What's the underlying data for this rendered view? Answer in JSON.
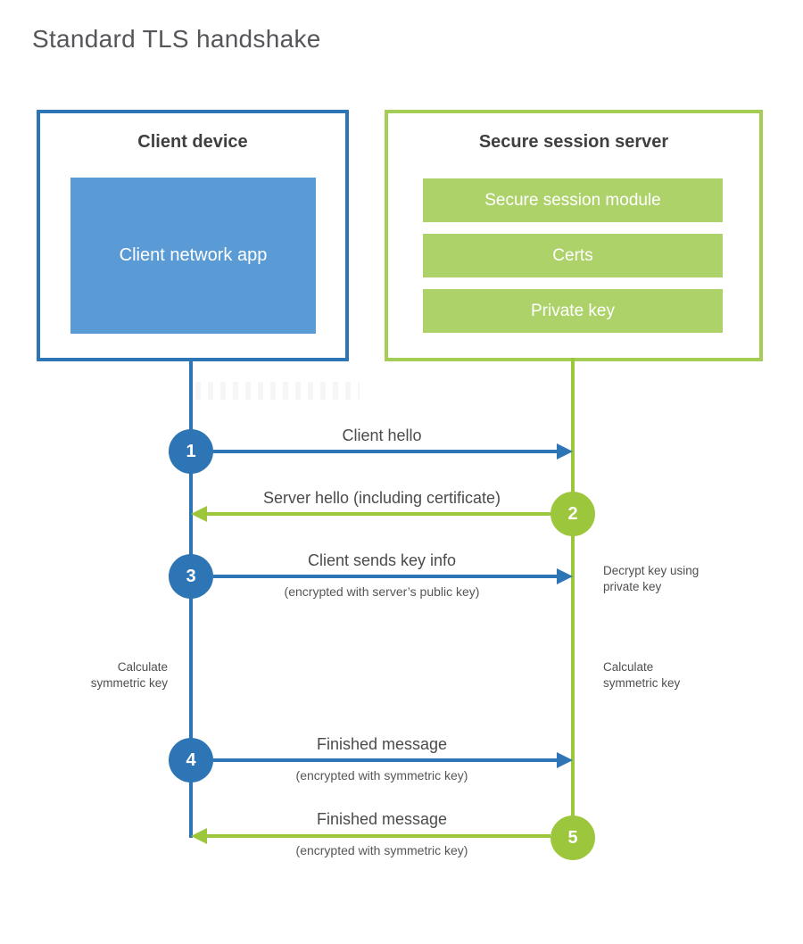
{
  "title": "Standard TLS handshake",
  "colors": {
    "blue": "#2e75b5",
    "blue_fill": "#5b9bd5",
    "green": "#9cc63c",
    "green_border": "#a3cd55",
    "green_fill": "#aed26a"
  },
  "client": {
    "title": "Client device",
    "app_label": "Client network app"
  },
  "server": {
    "title": "Secure session server",
    "modules": [
      "Secure session module",
      "Certs",
      "Private key"
    ]
  },
  "messages": [
    {
      "step": "1",
      "label": "Client hello",
      "sublabel": "",
      "from": "client",
      "to": "server"
    },
    {
      "step": "2",
      "label": "Server hello (including certificate)",
      "sublabel": "",
      "from": "server",
      "to": "client"
    },
    {
      "step": "3",
      "label": "Client sends key info",
      "sublabel": "(encrypted with server’s public key)",
      "from": "client",
      "to": "server"
    },
    {
      "step": "4",
      "label": "Finished message",
      "sublabel": "(encrypted with symmetric key)",
      "from": "client",
      "to": "server"
    },
    {
      "step": "5",
      "label": "Finished message",
      "sublabel": "(encrypted with symmetric key)",
      "from": "server",
      "to": "client"
    }
  ],
  "notes": {
    "decrypt": {
      "line1": "Decrypt key using",
      "line2": "private key"
    },
    "calc_left": {
      "line1": "Calculate",
      "line2": "symmetric key"
    },
    "calc_right": {
      "line1": "Calculate",
      "line2": "symmetric key"
    }
  }
}
